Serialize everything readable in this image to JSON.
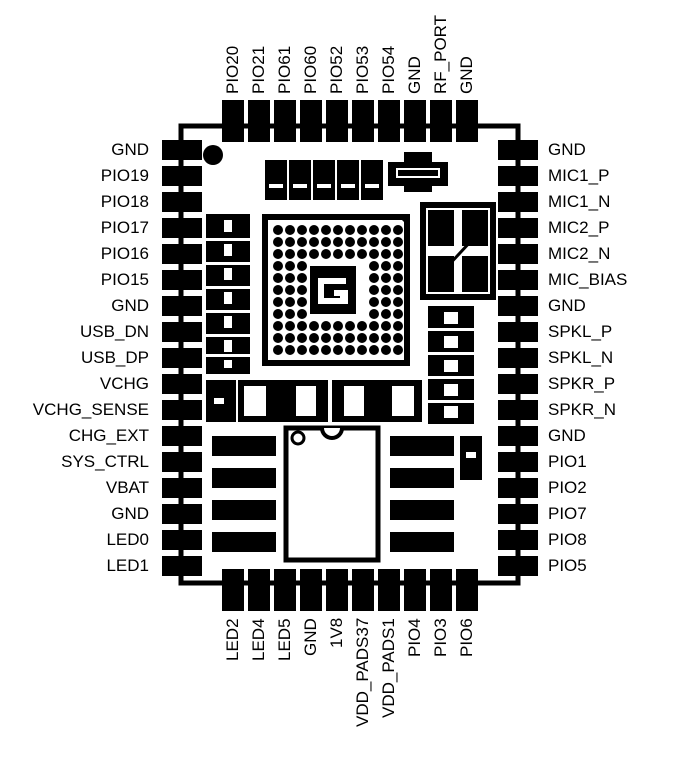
{
  "module": {
    "left_pins": [
      "GND",
      "PIO19",
      "PIO18",
      "PIO17",
      "PIO16",
      "PIO15",
      "GND",
      "USB_DN",
      "USB_DP",
      "VCHG",
      "VCHG_SENSE",
      "CHG_EXT",
      "SYS_CTRL",
      "VBAT",
      "GND",
      "LED0",
      "LED1"
    ],
    "right_pins": [
      "GND",
      "MIC1_P",
      "MIC1_N",
      "MIC2_P",
      "MIC2_N",
      "MIC_BIAS",
      "GND",
      "SPKL_P",
      "SPKL_N",
      "SPKR_P",
      "SPKR_N",
      "GND",
      "PIO1",
      "PIO2",
      "PIO7",
      "PIO8",
      "PIO5"
    ],
    "top_pins": [
      "PIO20",
      "PIO21",
      "PIO61",
      "PIO60",
      "PIO52",
      "PIO53",
      "PIO54",
      "GND",
      "RF_PORT",
      "GND"
    ],
    "bottom_pins": [
      "LED2",
      "LED4",
      "LED5",
      "GND",
      "1V8",
      "VDD_PADS37",
      "VDD_PADS1",
      "PIO4",
      "PIO3",
      "PIO6"
    ]
  },
  "colors": {
    "ink": "#000000",
    "paper": "#ffffff"
  }
}
